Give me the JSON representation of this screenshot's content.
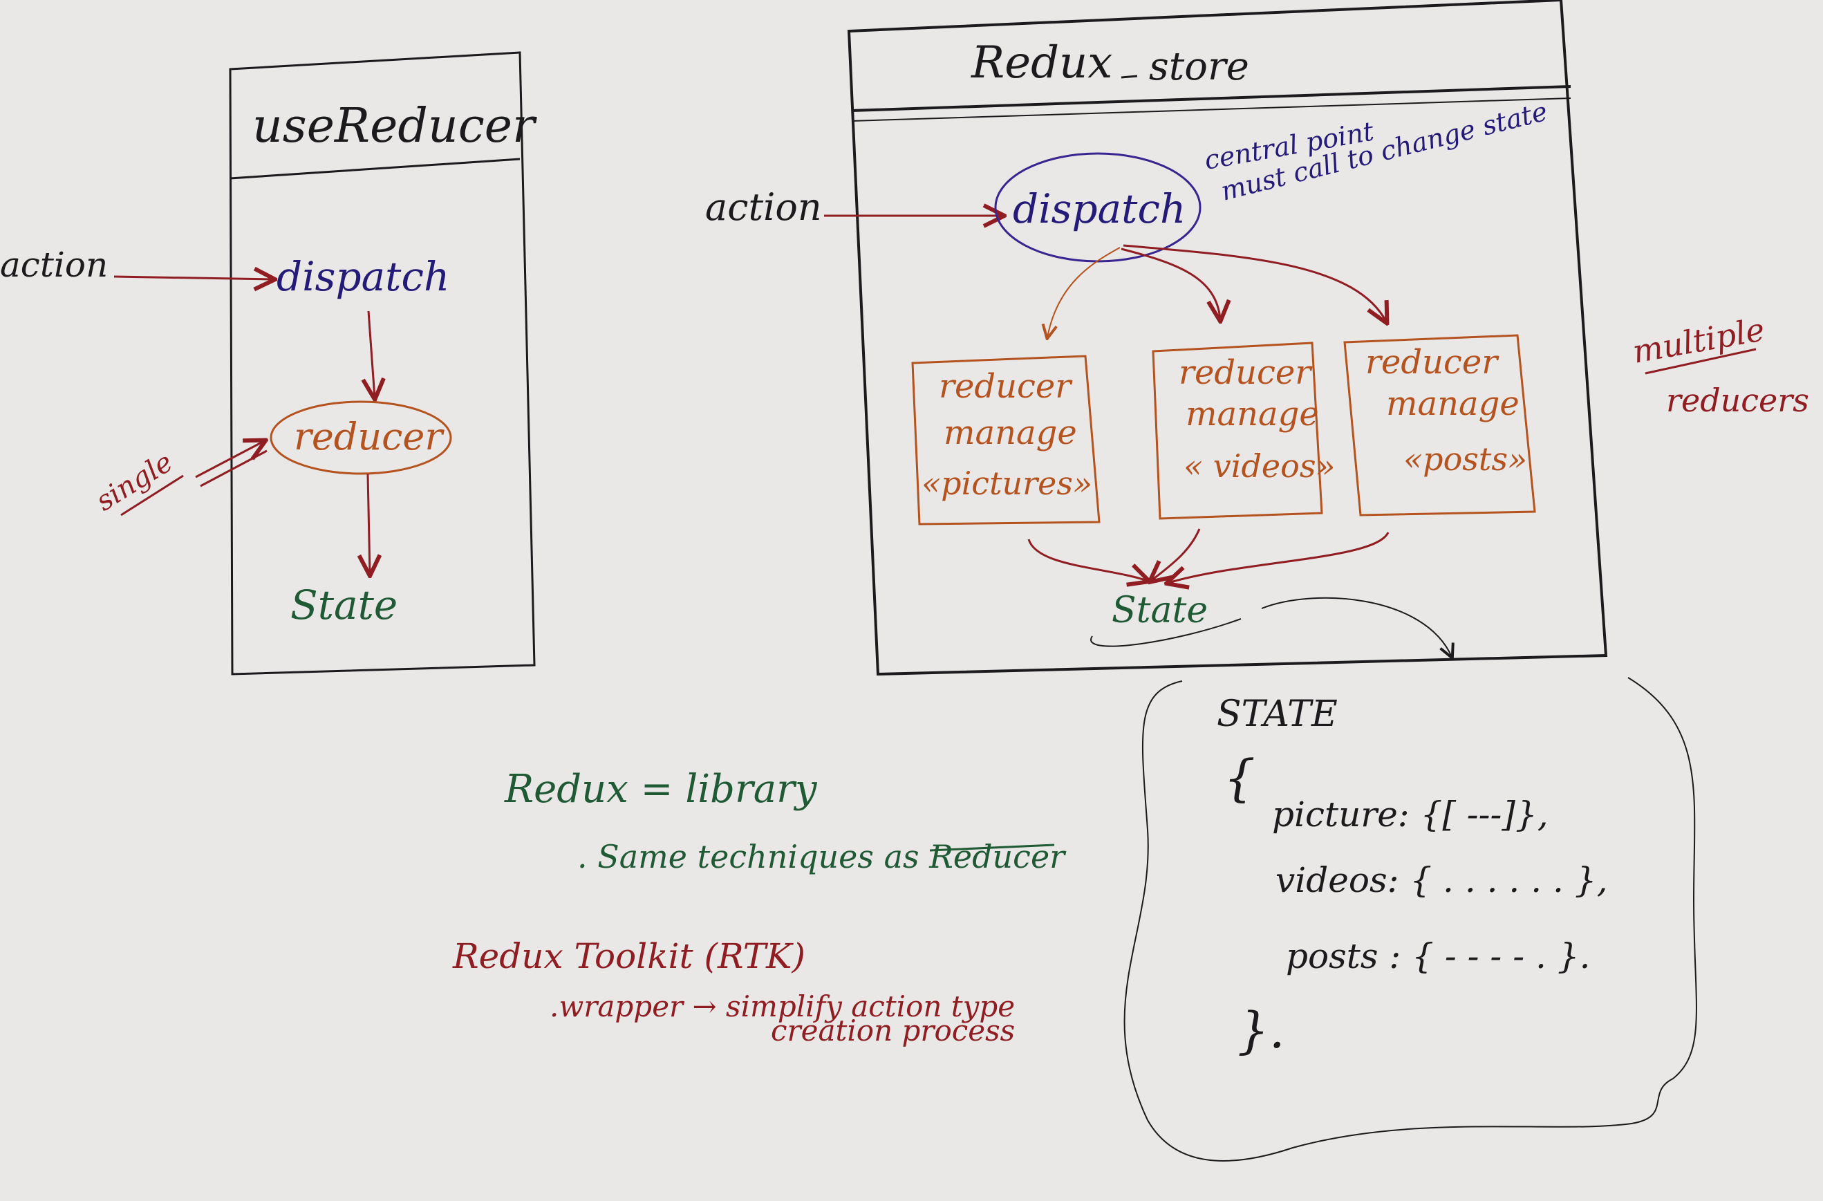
{
  "colors": {
    "paper": "#e9e8e6",
    "ink_black": "#1b1b1d",
    "ink_blue": "#241a78",
    "ink_red": "#8f1d22",
    "ink_orange": "#b4531f",
    "ink_green": "#1f5a35",
    "ink_purple": "#3a2590"
  },
  "left_panel": {
    "title": "useReducer",
    "action": "action",
    "dispatch": "dispatch",
    "reducer": "reducer",
    "single": "single",
    "state": "State"
  },
  "right_panel": {
    "title_part1": "Redux",
    "title_part2": "store",
    "action": "action",
    "dispatch": "dispatch",
    "note_line1": "central point",
    "note_line2": "must call to change state",
    "reducers": [
      {
        "line1": "reducer",
        "line2": "manage",
        "line3": "«pictures»"
      },
      {
        "line1": "reducer",
        "line2": "manage",
        "line3": "« videos»"
      },
      {
        "line1": "reducer",
        "line2": "manage",
        "line3": "«posts»"
      }
    ],
    "state": "State",
    "multiple_line1": "multiple",
    "multiple_line2": "reducers"
  },
  "state_box": {
    "title": "STATE",
    "open_brace": "{",
    "line_pictures": "picture: {[ ---]},",
    "line_videos": "videos: { . . . . . . },",
    "line_posts": "posts : { - - - - . }.",
    "close_brace": "}."
  },
  "notes": {
    "redux_library": "Redux = library",
    "same_techniques": ". Same techniques as Reducer",
    "rtk_title": "Redux Toolkit (RTK)",
    "wrapper_line1": ".wrapper → simplify action type",
    "wrapper_line2": "creation process"
  }
}
